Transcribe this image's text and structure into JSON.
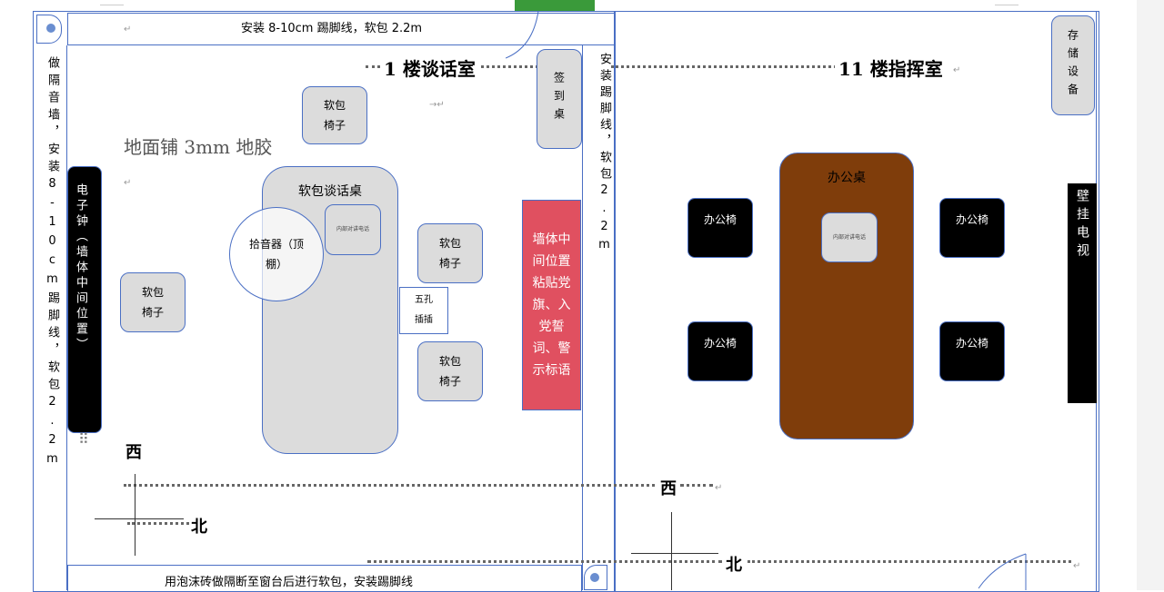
{
  "labels": {
    "top_note": "安装 8-10cm 踢脚线，软包 2.2m",
    "left_wall": "做隔音墙，安装8-10cm踢脚线，软包2.2m",
    "clock": "电子钟（墙体中间位置）",
    "room1_title": "1 楼谈话室",
    "room11_title": "11 楼指挥室",
    "floor_note": "地面铺 3mm 地胶",
    "soft_chair": "软包椅子",
    "talk_table": "软包谈话桌",
    "pickup": "拾音器（顶棚）",
    "phone": "内部对讲电话",
    "socket": "五孔插插",
    "signin": "签到桌",
    "party_wall": "墙体中间位置粘贴党旗、入党誓词、警示标语",
    "middle_wall": "安装踢脚线，软包2.2m",
    "storage": "存储设备",
    "office_desk": "办公桌",
    "office_chair": "办公椅",
    "tv": "壁挂电视",
    "west": "西",
    "north": "北",
    "bottom_note": "用泡沫砖做隔断至窗台后进行软包，安装踢脚线",
    "return_mark": "↵",
    "arrow_mark": "→↵",
    "handle_mark": "⠿"
  },
  "colors": {
    "frame_blue": "#4a6fc4",
    "box_gray": "#dcdcdc",
    "desk_brown": "#7f3d0b",
    "party_red": "#e05060",
    "tab_green": "#3a9a3a"
  }
}
